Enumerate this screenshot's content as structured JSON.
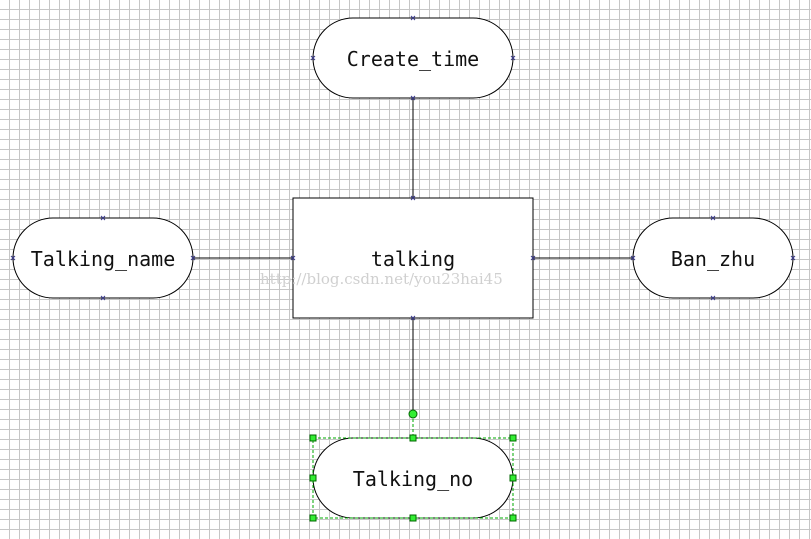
{
  "entity": {
    "label": "talking"
  },
  "attributes": {
    "create_time": "Create_time",
    "talking_name": "Talking_name",
    "ban_zhu": "Ban_zhu",
    "talking_no": "Talking_no"
  },
  "watermark": "http://blog.csdn.net/you23hai45",
  "selected": "Talking_no",
  "colors": {
    "grid": "#c6c6c6",
    "selection": "#33ee33",
    "connector_point": "#3a3a8c"
  }
}
